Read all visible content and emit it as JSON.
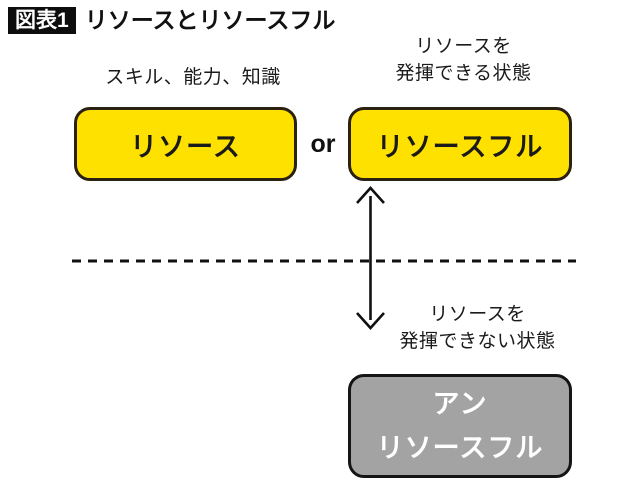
{
  "header": {
    "badge": "図表1",
    "title": "リソースとリソースフル"
  },
  "captions": {
    "skill": "スキル、能力、知識",
    "resourceful_state_line1": "リソースを",
    "resourceful_state_line2": "発揮できる状態",
    "unresourceful_state_line1": "リソースを",
    "unresourceful_state_line2": "発揮できない状態"
  },
  "boxes": {
    "resource": "リソース",
    "resourceful": "リソースフル",
    "unresourceful_line1": "アン",
    "unresourceful_line2": "リソースフル"
  },
  "connectors": {
    "or": "or"
  },
  "colors": {
    "yellow_fill": "#FFE100",
    "yellow_border": "#2B2112",
    "gray_fill": "#A3A3A3",
    "gray_border": "#151515",
    "badge_bg": "#0D0D0D",
    "text_dark": "#1A1A1A",
    "text_light": "#FFFFFF",
    "line": "#111111",
    "page_bg": "#FFFFFF"
  }
}
